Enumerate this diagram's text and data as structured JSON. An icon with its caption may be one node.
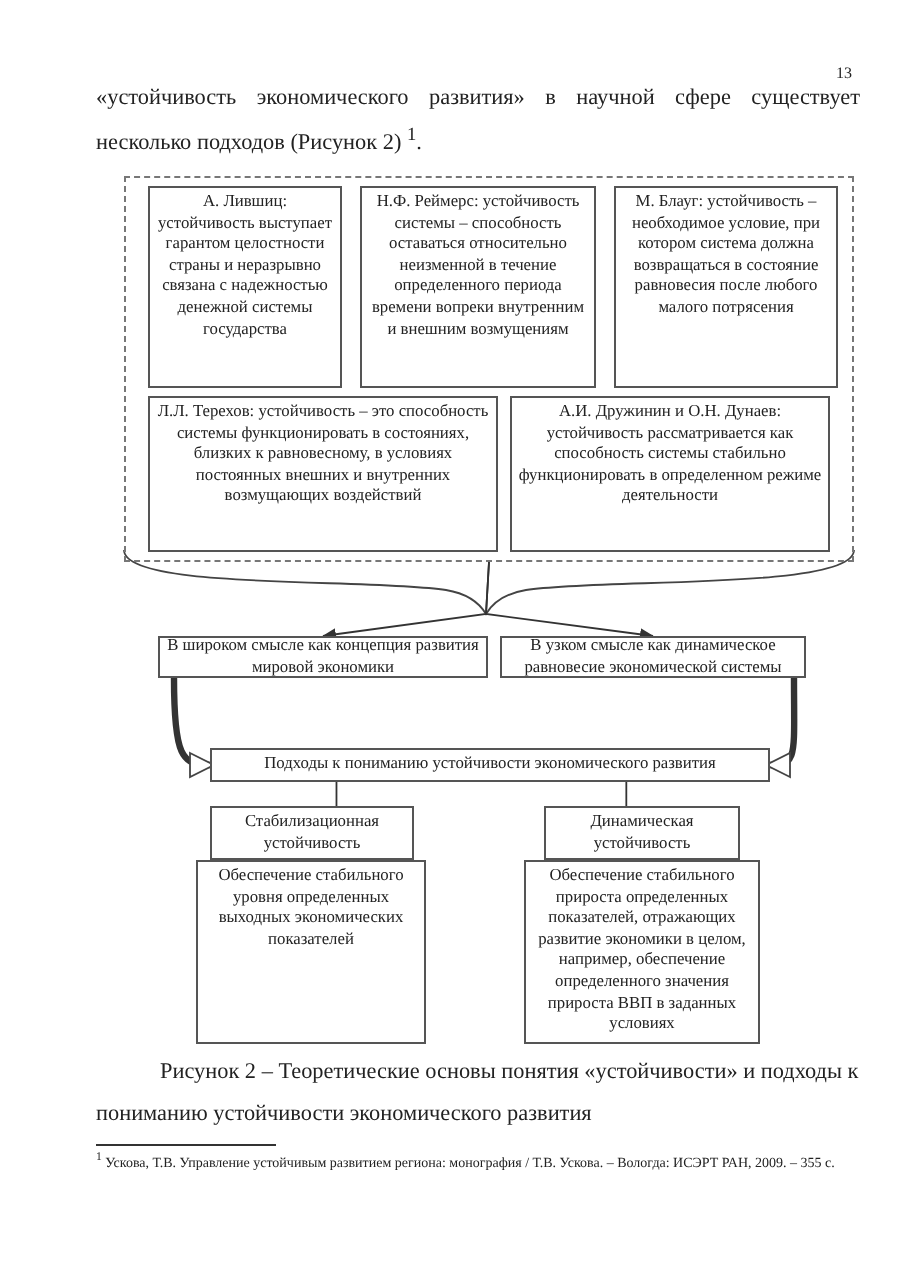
{
  "diagram": {
    "caption": "Рисунок 2 – Теоретические основы понятия «устойчивости» и подходы к пониманию устойчивости экономического развития",
    "nodes": [
      {
        "text": [],
        "shape": "box"
      },
      {
        "text": [
          "А. Лившиц: устойчивость выступает гарантом целостности страны и неразрывно связана с надежностью денежной системы государства"
        ],
        "in": 0
      },
      {
        "text": [
          "Н.Ф. Реймерс: устойчивость системы – способность оставаться относительно неизменной в течение определенного периода времени вопреки внутренним и внешним возмущениям"
        ],
        "in": 0
      },
      {
        "text": [
          "М. Блауг: устойчивость – необходимое условие, при котором система должна возвращаться в состояние равновесия после любого малого потрясения"
        ],
        "in": 0
      },
      {
        "text": [
          "Л.Л. Терехов: устойчивость – это способность системы функционировать в состояниях, близких к равновесному, в условиях постоянных внешних и внутренних возмущающих воздействий"
        ],
        "in": 0
      },
      {
        "text": [
          "А.И. Дружинин и О.Н. Дунаев: устойчивость рассматривается как способность системы стабильно функционировать в определенном режиме деятельности"
        ],
        "in": 0
      },
      {
        "text": [
          "В широком смысле как концепция развития мировой экономики"
        ]
      },
      {
        "text": [
          "В узком смысле как динамическое равновесие экономической системы"
        ]
      },
      {
        "text": [
          "Подходы к пониманию устойчивости экономического развития"
        ]
      },
      {
        "text": [
          "Стабилизационная устойчивость"
        ]
      },
      {
        "text": [
          "Обеспечение стабильного уровня определенных выходных экономических показателей"
        ]
      },
      {
        "text": [
          "Динамическая устойчивость"
        ]
      },
      {
        "text": [
          "Обеспечение стабильного прироста определенных показателей, отражающих развитие экономики в целом, например, обеспечение определенного значения прироста ВВП в заданных условиях"
        ]
      }
    ],
    "edges": [
      {
        "from": 0,
        "to": 6,
        "arrow": "to"
      },
      {
        "from": 0,
        "to": 7,
        "arrow": "to"
      },
      {
        "from": 6,
        "to": 8,
        "arrow": "to",
        "style": "thick"
      },
      {
        "from": 7,
        "to": 8,
        "arrow": "to",
        "style": "thick"
      },
      {
        "from": 8,
        "to": 9,
        "arrow": "none"
      },
      {
        "from": 8,
        "to": 11,
        "arrow": "none"
      }
    ],
    "labels": [
      "13",
      "«устойчивость экономического развития» в научной сфере существует несколько подходов (Рисунок 2) $^{1}$.",
      "$^{1}$ Ускова, Т.В. Управление устойчивым развитием региона: монография / Т.В. Ускова. – Вологда: ИСЭРТ РАН, 2009. – 355 с."
    ]
  }
}
